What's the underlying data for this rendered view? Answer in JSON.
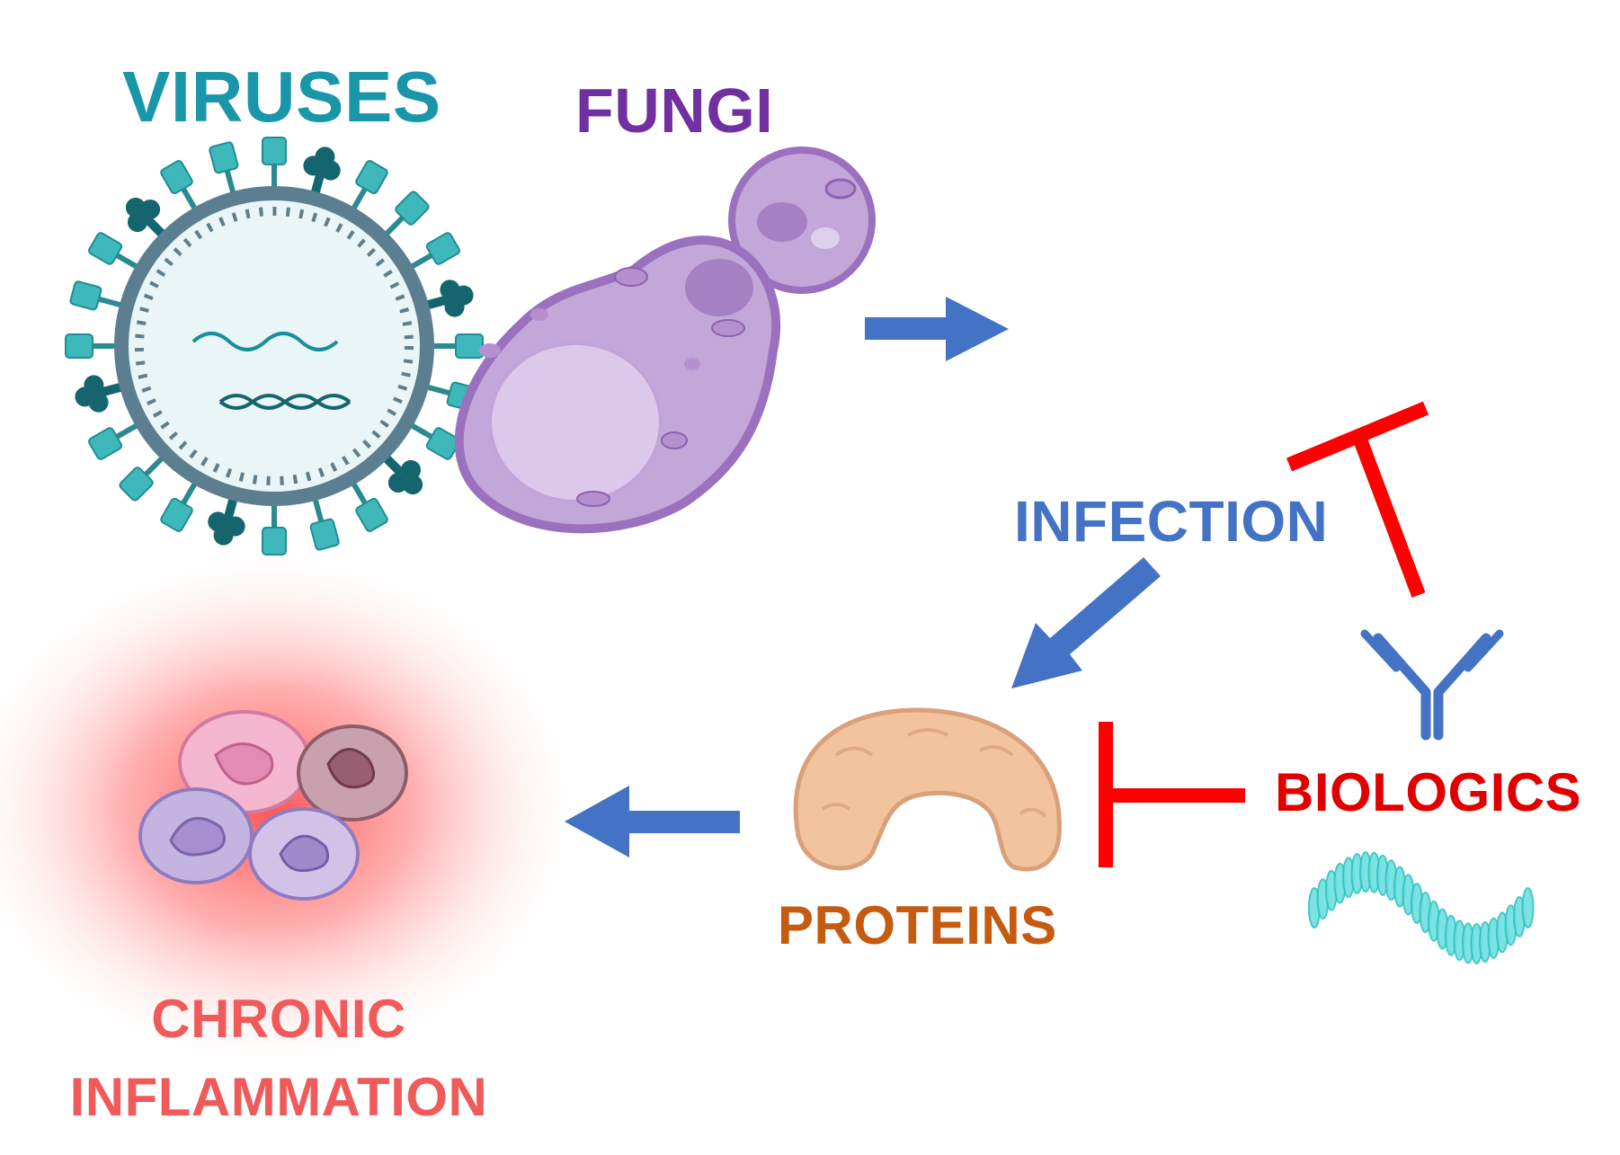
{
  "labels": {
    "viruses": "VIRUSES",
    "fungi": "FUNGI",
    "infection": "INFECTION",
    "biologics": "BIOLOGICS",
    "proteins": "PROTEINS",
    "chronic": "CHRONIC",
    "inflammation": "INFLAMMATION"
  },
  "colors": {
    "viruses": "#1996a8",
    "fungi": "#7030a0",
    "infection": "#4472c4",
    "arrow": "#4472c4",
    "inhibit": "#ff0000",
    "biologics": "#e00000",
    "proteins": "#c55a11",
    "chronic": "#f05a5a",
    "virus_teal": "#3fb8bb",
    "virus_dark": "#15656e",
    "virus_membrane": "#5b7f90",
    "fungi_body": "#c4a7d9",
    "fungi_outline": "#9b71bf",
    "protein": "#f0c39c",
    "peptide": "#6ee0e0"
  },
  "icons": [
    "virus-icon",
    "yeast-cell-icon",
    "antibody-icon",
    "peptide-chain-icon",
    "protein-icon",
    "immune-cells-icon"
  ]
}
